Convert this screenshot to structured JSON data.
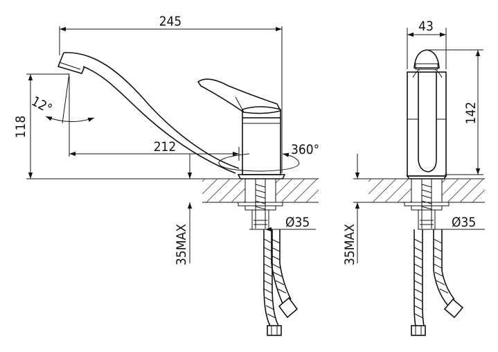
{
  "dimensions": {
    "overall_length": "245",
    "spout_reach": "212",
    "height_front": "118",
    "spout_angle": "12°",
    "rotation": "360°",
    "width": "43",
    "height_side": "142",
    "hole_diameter_front": "Ø35",
    "hole_diameter_side": "Ø35",
    "max_thickness_front": "35MAX",
    "max_thickness_side": "35MAX"
  }
}
